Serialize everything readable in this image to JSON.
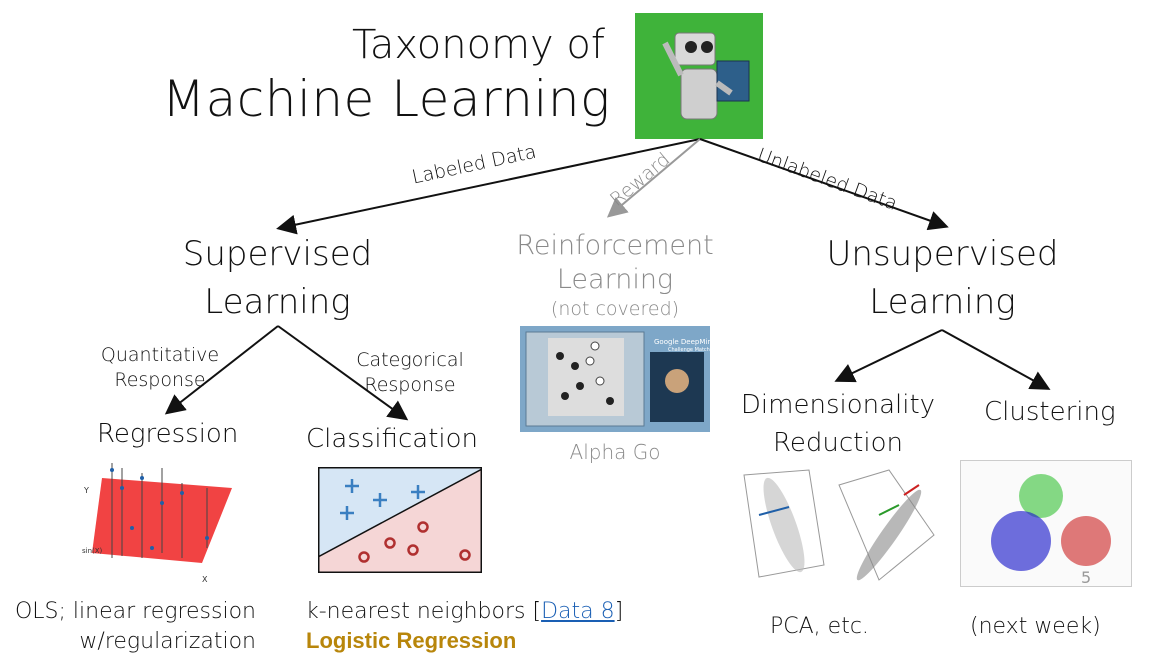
{
  "title": {
    "line1": "Taxonomy of",
    "line2": "Machine Learning"
  },
  "edges": {
    "labeled": "Labeled Data",
    "reward": "Reward",
    "unlabeled": "Unlabeled Data",
    "quant": [
      "Quantitative",
      "Response"
    ],
    "categ": [
      "Categorical",
      "Response"
    ]
  },
  "supervised": [
    "Supervised",
    "Learning"
  ],
  "reinforcement": {
    "lines": [
      "Reinforcement",
      "Learning"
    ],
    "note": "(not covered)",
    "caption": "Alpha Go",
    "screen_brand": "Google DeepMind",
    "screen_sub": "Challenge Match"
  },
  "unsupervised": [
    "Unsupervised",
    "Learning"
  ],
  "regression": "Regression",
  "classification": "Classification",
  "dimred": [
    "Dimensionality",
    "Reduction"
  ],
  "clustering": "Clustering",
  "captions": {
    "ols": [
      "OLS; linear regression",
      "w/regularization"
    ],
    "knn": "k-nearest neighbors [",
    "knn_link": "Data 8",
    "knn_close": "]",
    "logistic": "Logistic Regression",
    "pca": "PCA, etc.",
    "next_week": "(next week)"
  },
  "regression_axes": {
    "y": "Y",
    "x": "X",
    "z": "sin(X)"
  },
  "page_number": "5",
  "colors": {
    "robot_bg": "#3fb33a",
    "reinforcement_gray": "#8a8a8a",
    "class_blue": "#d6e6f5",
    "class_red": "#f5d6d6",
    "plus": "#3a7fc1",
    "circle": "#b03030",
    "logistic": "#b8860b"
  }
}
